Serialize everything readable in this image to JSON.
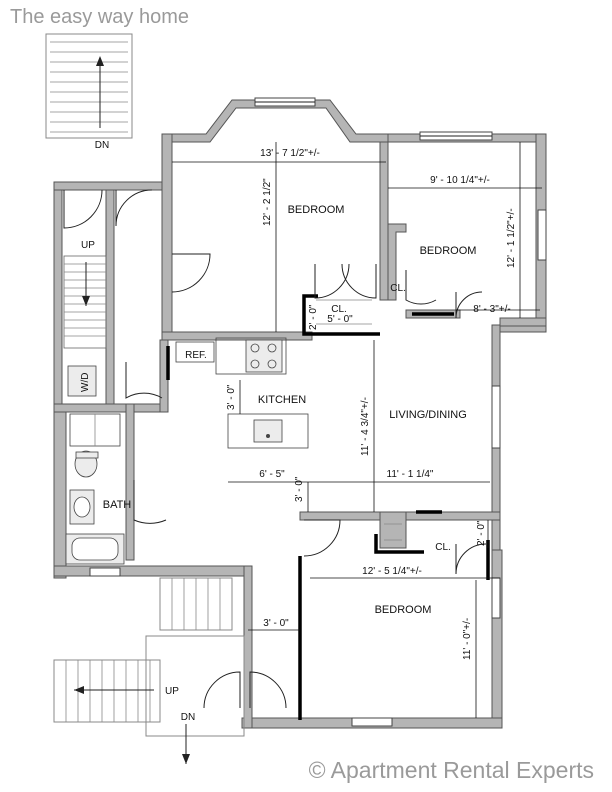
{
  "header": {
    "tagline": "The easy way home"
  },
  "footer": {
    "copyright": "© Apartment Rental Experts"
  },
  "rooms": {
    "bedroom1": "BEDROOM",
    "bedroom2": "BEDROOM",
    "bedroom3": "BEDROOM",
    "kitchen": "KITCHEN",
    "living": "LIVING/DINING",
    "bath": "BATH",
    "closet1": "CL.",
    "closet2": "CL.",
    "closet3": "CL.",
    "ref": "REF.",
    "wd": "W/D"
  },
  "stairs": {
    "up1": "UP",
    "up2": "UP",
    "dn1": "DN",
    "dn2": "DN"
  },
  "dimensions": {
    "bedroom1_width": "13' - 7 1/2\"+/-",
    "bedroom1_depth": "12' - 2 1/2\"",
    "bedroom2_width": "9' - 10 1/4\"+/-",
    "bedroom2_depth": "12' - 1 1/2\"+/-",
    "closet1_width": "5' - 0\"",
    "closet1_depth": "2' - 0\"",
    "hall_right": "8' - 3\"+/-",
    "kitchen_aisle": "3' - 0\"",
    "island": "6' - 5\"",
    "living_depth": "11' - 4 3/4\"+/-",
    "living_width": "11' - 1 1/4\"",
    "passage": "3' - 0\"",
    "closet3_depth": "2' - 0\"",
    "bedroom3_width": "12' - 5 1/4\"+/-",
    "bedroom3_depth": "11' - 0\"+/-",
    "entry": "3' - 0\""
  }
}
